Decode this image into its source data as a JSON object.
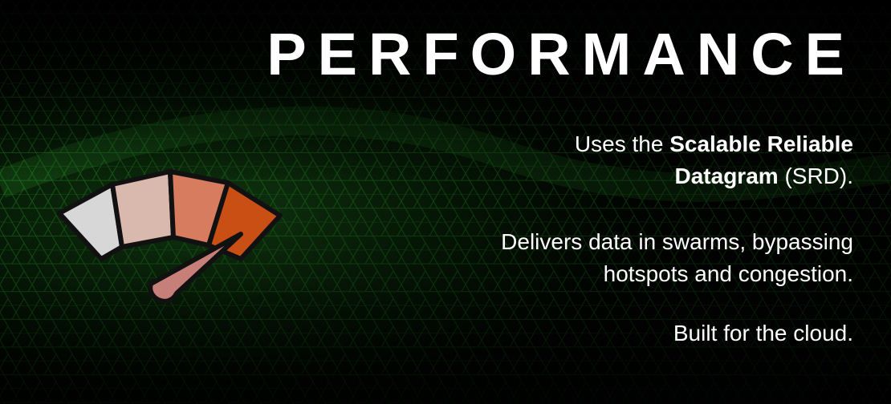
{
  "slide": {
    "title": "PERFORMANCE",
    "point_1": {
      "prefix": "Uses the ",
      "bold_1": "Scalable Reliable",
      "bold_2": "Datagram",
      "suffix": " (SRD)."
    },
    "point_2": {
      "line_1": "Delivers data in swarms, bypassing",
      "line_2": "hotspots and congestion."
    },
    "point_3": "Built for the cloud."
  },
  "gauge": {
    "icon": "speedometer-icon",
    "level": 0.78,
    "segment_colors": [
      "#d7d7d7",
      "#d9b9ad",
      "#d77c5e",
      "#c94f14"
    ],
    "needle_color": "#c77f79"
  },
  "background": {
    "pattern": "green-hexagon-mesh",
    "accent": "#1c8a1c"
  }
}
